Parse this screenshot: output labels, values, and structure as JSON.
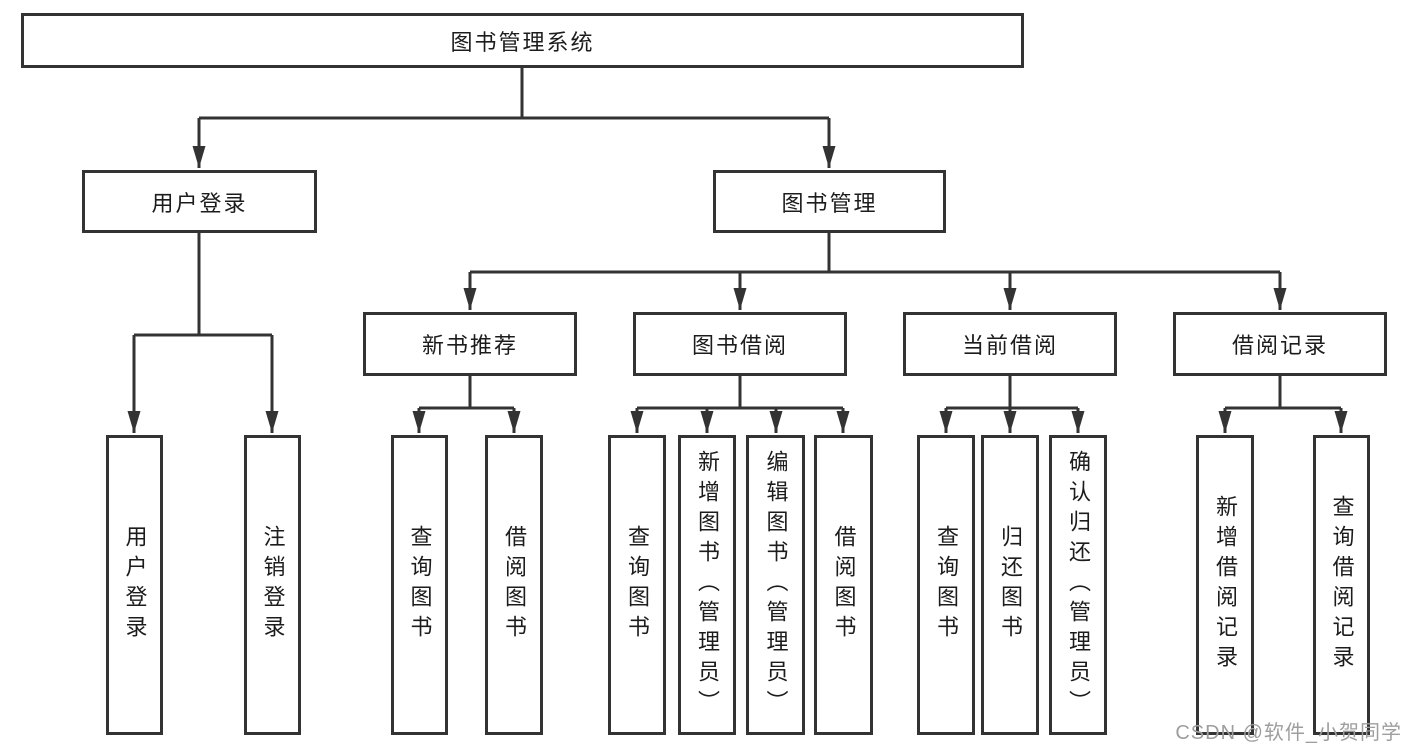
{
  "diagram": {
    "root": {
      "label": "图书管理系统"
    },
    "level2": [
      {
        "label": "用户登录"
      },
      {
        "label": "图书管理"
      }
    ],
    "level3": [
      {
        "label": "新书推荐",
        "parent": "图书管理"
      },
      {
        "label": "图书借阅",
        "parent": "图书管理"
      },
      {
        "label": "当前借阅",
        "parent": "图书管理"
      },
      {
        "label": "借阅记录",
        "parent": "图书管理"
      }
    ],
    "level4": [
      {
        "label": "用户登录",
        "parent": "用户登录"
      },
      {
        "label": "注销登录",
        "parent": "用户登录"
      },
      {
        "label": "查询图书",
        "parent": "新书推荐"
      },
      {
        "label": "借阅图书",
        "parent": "新书推荐"
      },
      {
        "label": "查询图书",
        "parent": "图书借阅"
      },
      {
        "label": "新增图书（管理员）",
        "parent": "图书借阅"
      },
      {
        "label": "编辑图书（管理员）",
        "parent": "图书借阅"
      },
      {
        "label": "借阅图书",
        "parent": "图书借阅"
      },
      {
        "label": "查询图书",
        "parent": "当前借阅"
      },
      {
        "label": "归还图书",
        "parent": "当前借阅"
      },
      {
        "label": "确认归还（管理员）",
        "parent": "当前借阅"
      },
      {
        "label": "新增借阅记录",
        "parent": "借阅记录"
      },
      {
        "label": "查询借阅记录",
        "parent": "借阅记录"
      }
    ]
  },
  "watermark": {
    "text": "CSDN @软件_小贺同学"
  },
  "colors": {
    "line": "#333333",
    "text": "#1c1c1c",
    "watermark": "#9e9e9e",
    "background": "#ffffff"
  }
}
